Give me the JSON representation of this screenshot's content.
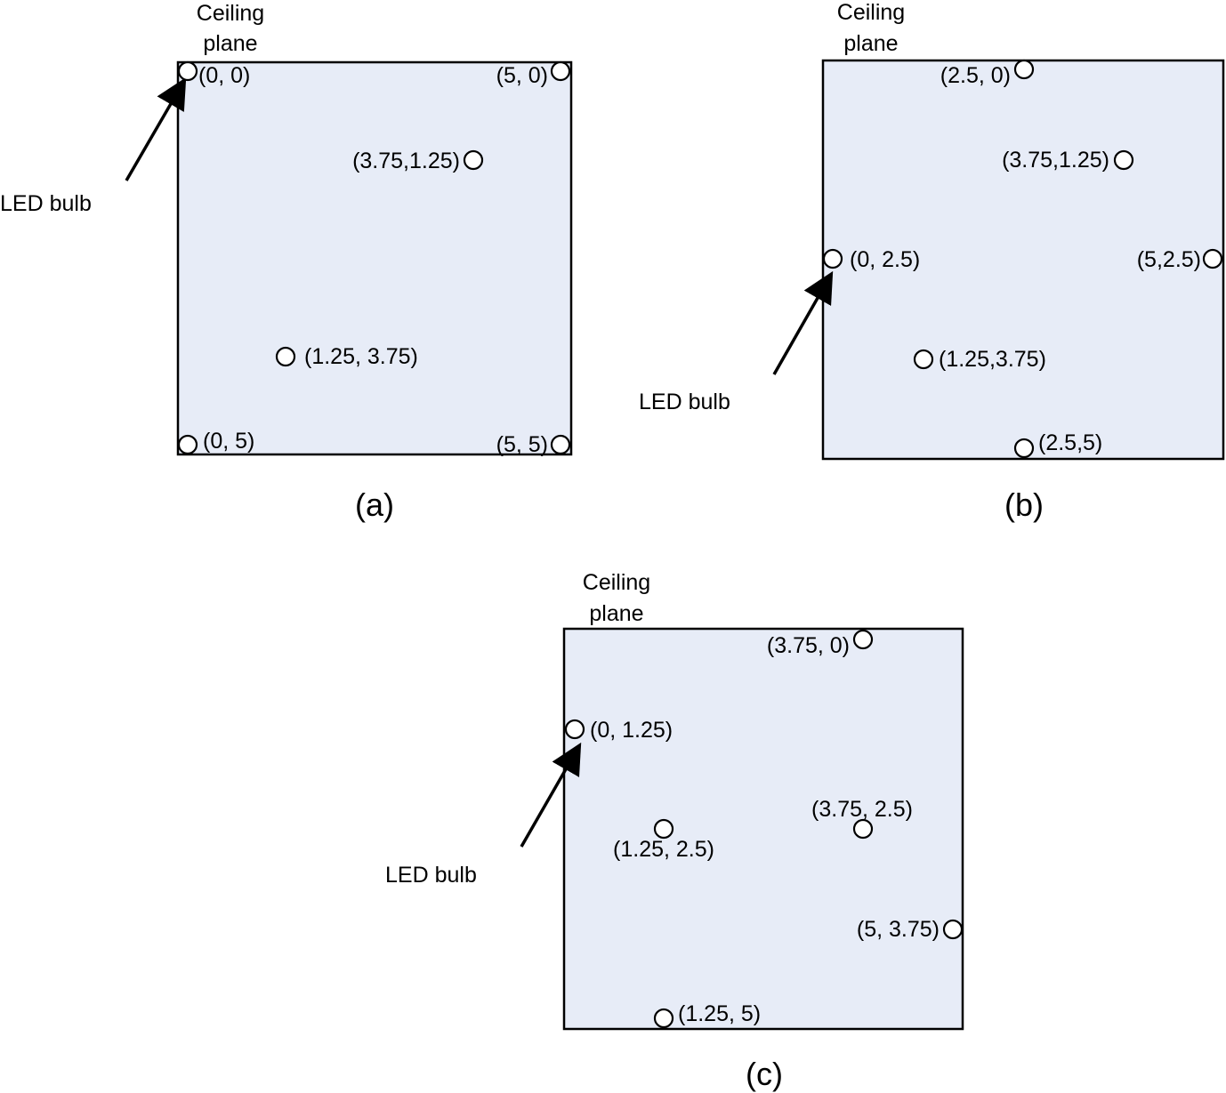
{
  "panels": [
    {
      "caption": "(a)",
      "plane_label_1": "Ceiling",
      "plane_label_2": "plane",
      "led_label": "LED bulb",
      "bulbs": [
        {
          "label": "(0, 0)"
        },
        {
          "label": "(5, 0)"
        },
        {
          "label": "(3.75,1.25)"
        },
        {
          "label": "(1.25, 3.75)"
        },
        {
          "label": "(0, 5)"
        },
        {
          "label": "(5, 5)"
        }
      ]
    },
    {
      "caption": "(b)",
      "plane_label_1": "Ceiling",
      "plane_label_2": "plane",
      "led_label": "LED bulb",
      "bulbs": [
        {
          "label": "(2.5, 0)"
        },
        {
          "label": "(3.75,1.25)"
        },
        {
          "label": "(0, 2.5)"
        },
        {
          "label": "(5,2.5)"
        },
        {
          "label": "(1.25,3.75)"
        },
        {
          "label": "(2.5,5)"
        }
      ]
    },
    {
      "caption": "(c)",
      "plane_label_1": "Ceiling",
      "plane_label_2": "plane",
      "led_label": "LED bulb",
      "bulbs": [
        {
          "label": "(3.75, 0)"
        },
        {
          "label": "(0, 1.25)"
        },
        {
          "label": "(3.75, 2.5)"
        },
        {
          "label": "(1.25, 2.5)"
        },
        {
          "label": "(5, 3.75)"
        },
        {
          "label": "(1.25, 5)"
        }
      ]
    }
  ]
}
